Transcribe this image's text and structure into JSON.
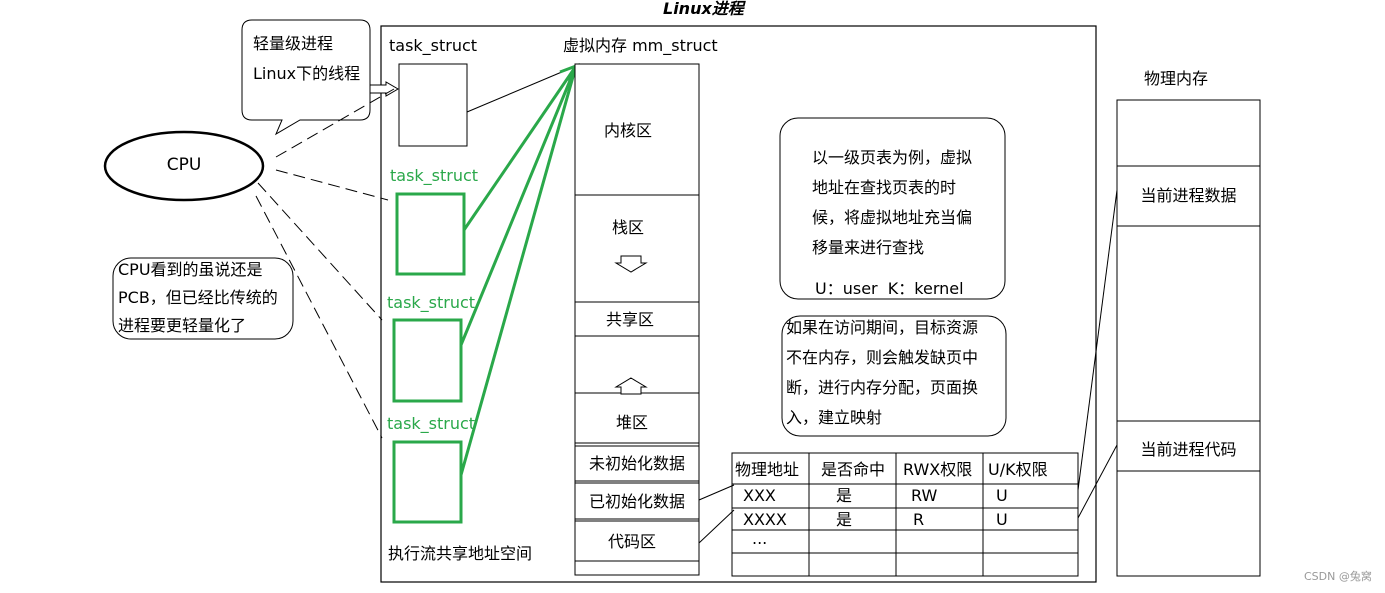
{
  "title": "Linux进程",
  "cpu_label": "CPU",
  "lwp_bubble": [
    "轻量级进程",
    "Linux下的线程"
  ],
  "cpu_note": [
    "CPU看到的虽说还是",
    "PCB，但已经比传统的",
    "进程要更轻量化了"
  ],
  "task_struct_label": "task_struct",
  "mm_struct_label": "虚拟内存 mm_struct",
  "shared_space_label": "执行流共享地址空间",
  "regions": {
    "kernel": "内核区",
    "stack": "栈区",
    "shared": "共享区",
    "heap": "堆区",
    "bss": "未初始化数据",
    "data": "已初始化数据",
    "code": "代码区"
  },
  "page_table_note": [
    "以一级页表为例，虚拟",
    "地址在查找页表的时",
    "候，将虚拟地址充当偏",
    "移量来进行查找"
  ],
  "uk_note": "U：user  K：kernel",
  "page_fault_note": [
    "如果在访问期间，目标资源",
    "不在内存，则会触发缺页中",
    "断，进行内存分配，页面换",
    "入，建立映射"
  ],
  "page_table": {
    "headers": [
      "物理地址",
      "是否命中",
      "RWX权限",
      "U/K权限"
    ],
    "rows": [
      [
        "XXX",
        "是",
        "RW",
        "U"
      ],
      [
        "XXXX",
        "是",
        "R",
        "U"
      ],
      [
        "...",
        "",
        "",
        ""
      ],
      [
        "",
        "",
        "",
        ""
      ]
    ]
  },
  "physical_memory": {
    "title": "物理内存",
    "data_label": "当前进程数据",
    "code_label": "当前进程代码"
  },
  "watermark": "CSDN @兔窝",
  "colors": {
    "thread_green": "#2aa84a",
    "line": "#000000"
  }
}
